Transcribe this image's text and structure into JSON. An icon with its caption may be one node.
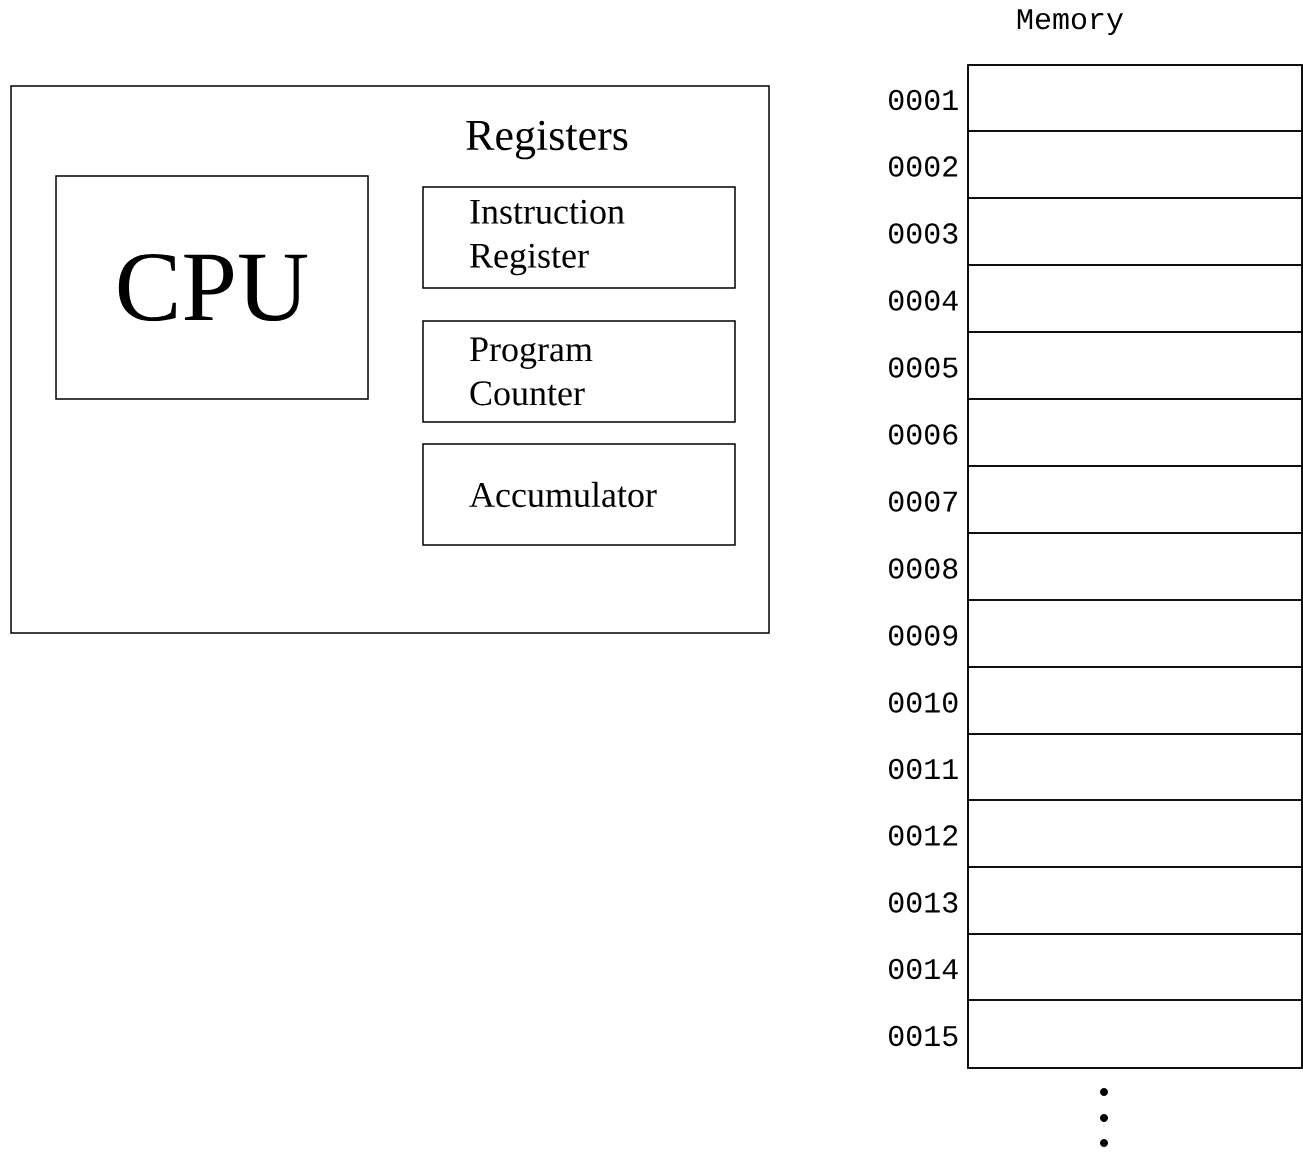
{
  "diagram": {
    "nodes": [
      {
        "text": [],
        "shape": "box"
      },
      {
        "text": [
          "CPU"
        ],
        "in": 0
      },
      {
        "text": [
          "Instruction Register"
        ],
        "in": 0
      },
      {
        "text": [
          "Program Counter"
        ],
        "in": 0
      },
      {
        "text": [
          "Accumulator"
        ],
        "in": 0
      },
      {
        "text": [
          "Memory"
        ]
      },
      {
        "text": [],
        "shape": "box",
        "in": 5,
        "beside": [
          "0001"
        ]
      },
      {
        "text": [],
        "shape": "box",
        "in": 5,
        "beside": [
          "0002"
        ]
      },
      {
        "text": [],
        "shape": "box",
        "in": 5,
        "beside": [
          "0003"
        ]
      },
      {
        "text": [],
        "shape": "box",
        "in": 5,
        "beside": [
          "0004"
        ]
      },
      {
        "text": [],
        "shape": "box",
        "in": 5,
        "beside": [
          "0005"
        ]
      },
      {
        "text": [],
        "shape": "box",
        "in": 5,
        "beside": [
          "0006"
        ]
      },
      {
        "text": [],
        "shape": "box",
        "in": 5,
        "beside": [
          "0007"
        ]
      },
      {
        "text": [],
        "shape": "box",
        "in": 5,
        "beside": [
          "0008"
        ]
      },
      {
        "text": [],
        "shape": "box",
        "in": 5,
        "beside": [
          "0009"
        ]
      },
      {
        "text": [],
        "shape": "box",
        "in": 5,
        "beside": [
          "0010"
        ]
      },
      {
        "text": [],
        "shape": "box",
        "in": 5,
        "beside": [
          "0011"
        ]
      },
      {
        "text": [],
        "shape": "box",
        "in": 5,
        "beside": [
          "0012"
        ]
      },
      {
        "text": [],
        "shape": "box",
        "in": 5,
        "beside": [
          "0013"
        ]
      },
      {
        "text": [],
        "shape": "box",
        "in": 5,
        "beside": [
          "0014"
        ]
      },
      {
        "text": [],
        "shape": "box",
        "in": 5,
        "beside": [
          "0015"
        ]
      }
    ],
    "labels": [
      "Registers"
    ]
  }
}
